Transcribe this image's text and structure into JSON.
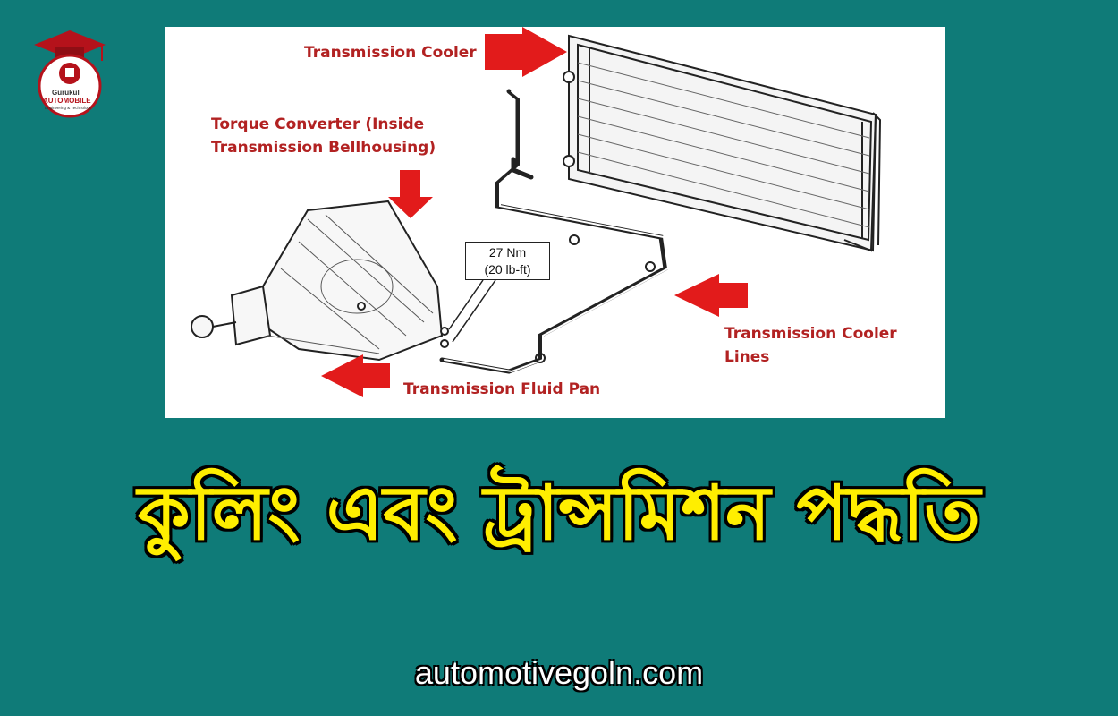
{
  "logo": {
    "line1": "Gurukul",
    "line2": "AUTOMOBILE",
    "line3": "Engineering & Technology"
  },
  "diagram": {
    "labels": {
      "cooler": "Transmission Cooler",
      "torque_line1": "Torque Converter (Inside",
      "torque_line2": "Transmission Bellhousing)",
      "lines_line1": "Transmission Cooler",
      "lines_line2": "Lines",
      "pan": "Transmission Fluid Pan"
    },
    "torque_spec": {
      "metric": "27 Nm",
      "imperial": "(20 lb-ft)"
    },
    "colors": {
      "label": "#b22222",
      "arrow": "#e21b1b"
    }
  },
  "headline": "কুলিং এবং ট্রান্সমিশন পদ্ধতি",
  "site_url": "automotivegoln.com",
  "colors": {
    "background": "#0f7b78",
    "headline": "#ffee00"
  }
}
